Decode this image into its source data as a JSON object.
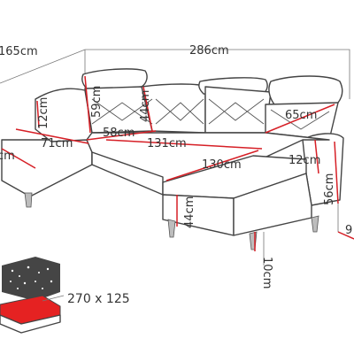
{
  "colors": {
    "measure": "#d61f26",
    "outline": "#444444",
    "bed": "#e52222",
    "mattress": "#454545"
  },
  "dimensions": {
    "left_depth": "165cm",
    "total_width": "286cm",
    "left_back_height": "59cm",
    "left_arm_height": "12cm",
    "left_seat_depth": "71cm",
    "left_seat_stub": "cm",
    "inner_back_height": "44cm",
    "back_cushion_width": "58cm",
    "right_back_width": "65cm",
    "seat_width": "131cm",
    "chaise_width": "130cm",
    "right_arm_height": "12cm",
    "total_height": "56cm",
    "seat_height": "44cm",
    "leg_height": "10cm",
    "right_depth_stub": "9"
  },
  "bed": {
    "size": "270 x 125"
  }
}
